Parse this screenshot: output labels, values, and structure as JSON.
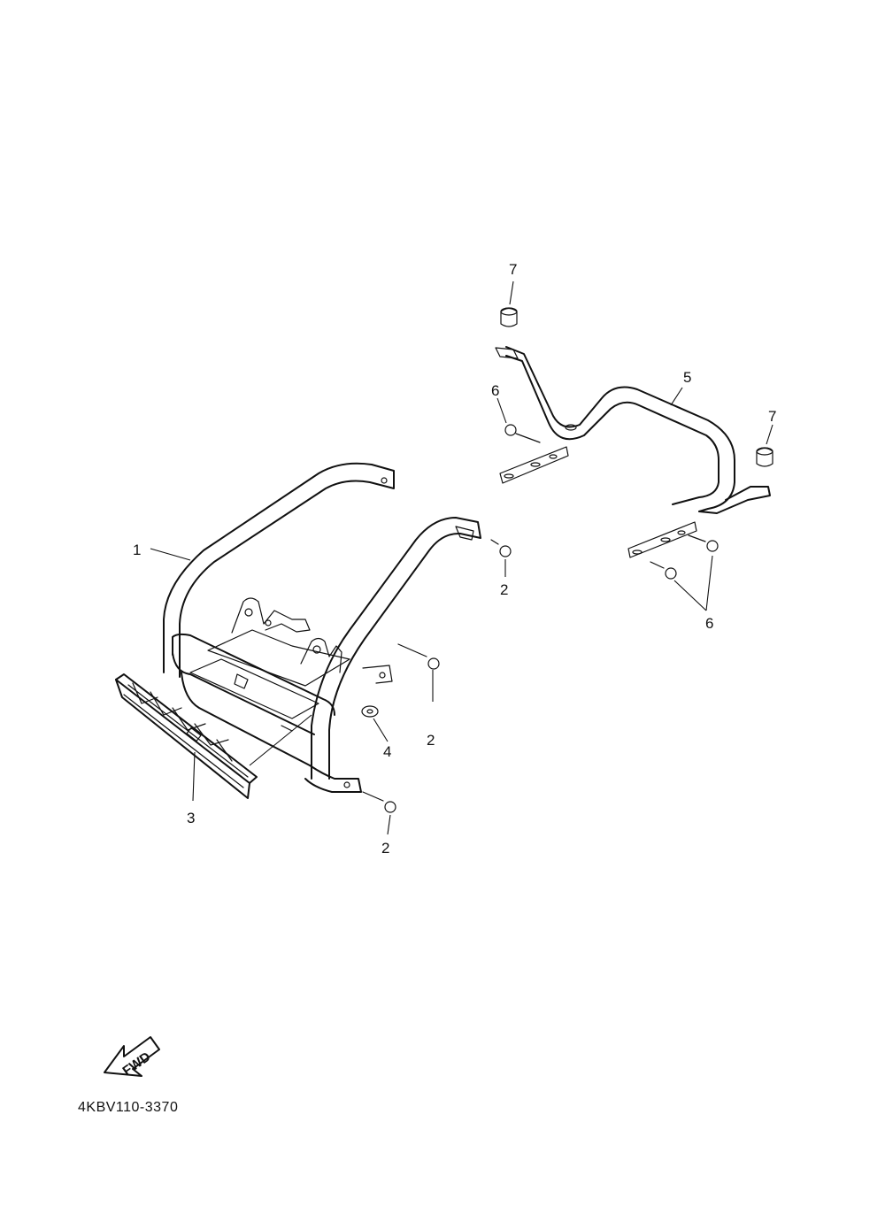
{
  "callouts": [
    {
      "id": "1",
      "label": "1"
    },
    {
      "id": "2a",
      "label": "2"
    },
    {
      "id": "2b",
      "label": "2"
    },
    {
      "id": "2c",
      "label": "2"
    },
    {
      "id": "3",
      "label": "3"
    },
    {
      "id": "4",
      "label": "4"
    },
    {
      "id": "5",
      "label": "5"
    },
    {
      "id": "6a",
      "label": "6"
    },
    {
      "id": "6b",
      "label": "6"
    },
    {
      "id": "7a",
      "label": "7"
    },
    {
      "id": "7b",
      "label": "7"
    }
  ],
  "direction_arrow": {
    "label": "FWD",
    "icon": "fwd-arrow-icon"
  },
  "diagram_code": "4KBV110-3370"
}
